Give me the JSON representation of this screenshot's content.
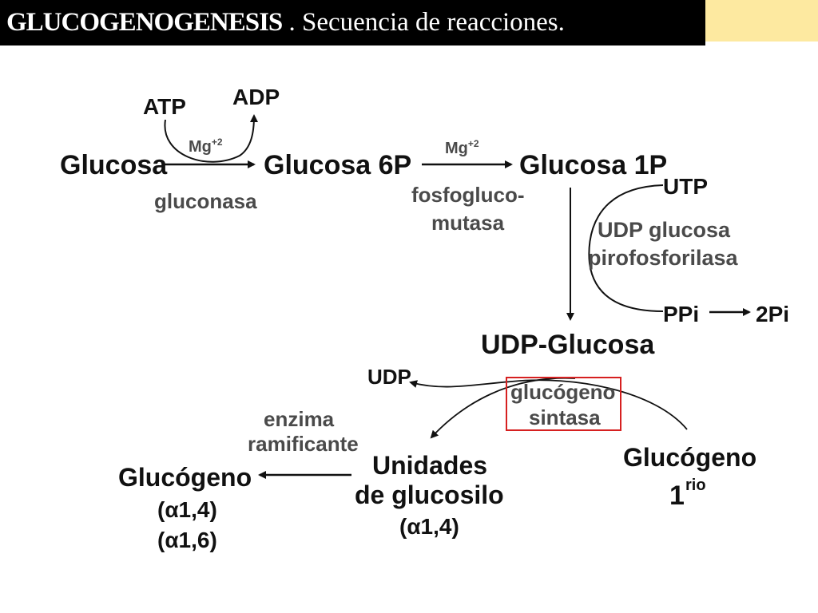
{
  "title": {
    "main": "GLUCOGENOGENESIS",
    "rest": " . Secuencia de reacciones."
  },
  "colors": {
    "title_bg": "#000000",
    "accent": "#fde9a0",
    "highlight_box": "#d62020"
  },
  "diagram": {
    "nodes": {
      "glucosa": "Glucosa",
      "glucosa6p": "Glucosa 6P",
      "glucosa1p": "Glucosa 1P",
      "udp_glucosa": "UDP-Glucosa",
      "unidades_1": "Unidades",
      "unidades_2": "de glucosilo",
      "unidades_bond": "(α1,4)",
      "glucogeno_final": "Glucógeno",
      "glucogeno_bond1": "(α1,4)",
      "glucogeno_bond2": "(α1,6)",
      "glucogeno_primer": "Glucógeno",
      "glucogeno_primer_num": "1",
      "glucogeno_primer_sup": "rio"
    },
    "cofactors": {
      "atp": "ATP",
      "adp": "ADP",
      "mg1_base": "Mg",
      "mg1_sup": "+2",
      "mg2_base": "Mg",
      "mg2_sup": "+2",
      "utp": "UTP",
      "ppi": "PPi",
      "two_pi": "2Pi",
      "udp": "UDP"
    },
    "enzymes": {
      "gluconasa": "gluconasa",
      "fosfogluco_1": "fosfogluco-",
      "fosfogluco_2": "mutasa",
      "udp_pirofos_1": "UDP glucosa",
      "udp_pirofos_2": "pirofosforilasa",
      "glucogeno_sintasa_1": "glucógeno",
      "glucogeno_sintasa_2": "sintasa",
      "enzima_ram_1": "enzima",
      "enzima_ram_2": "ramificante"
    }
  }
}
